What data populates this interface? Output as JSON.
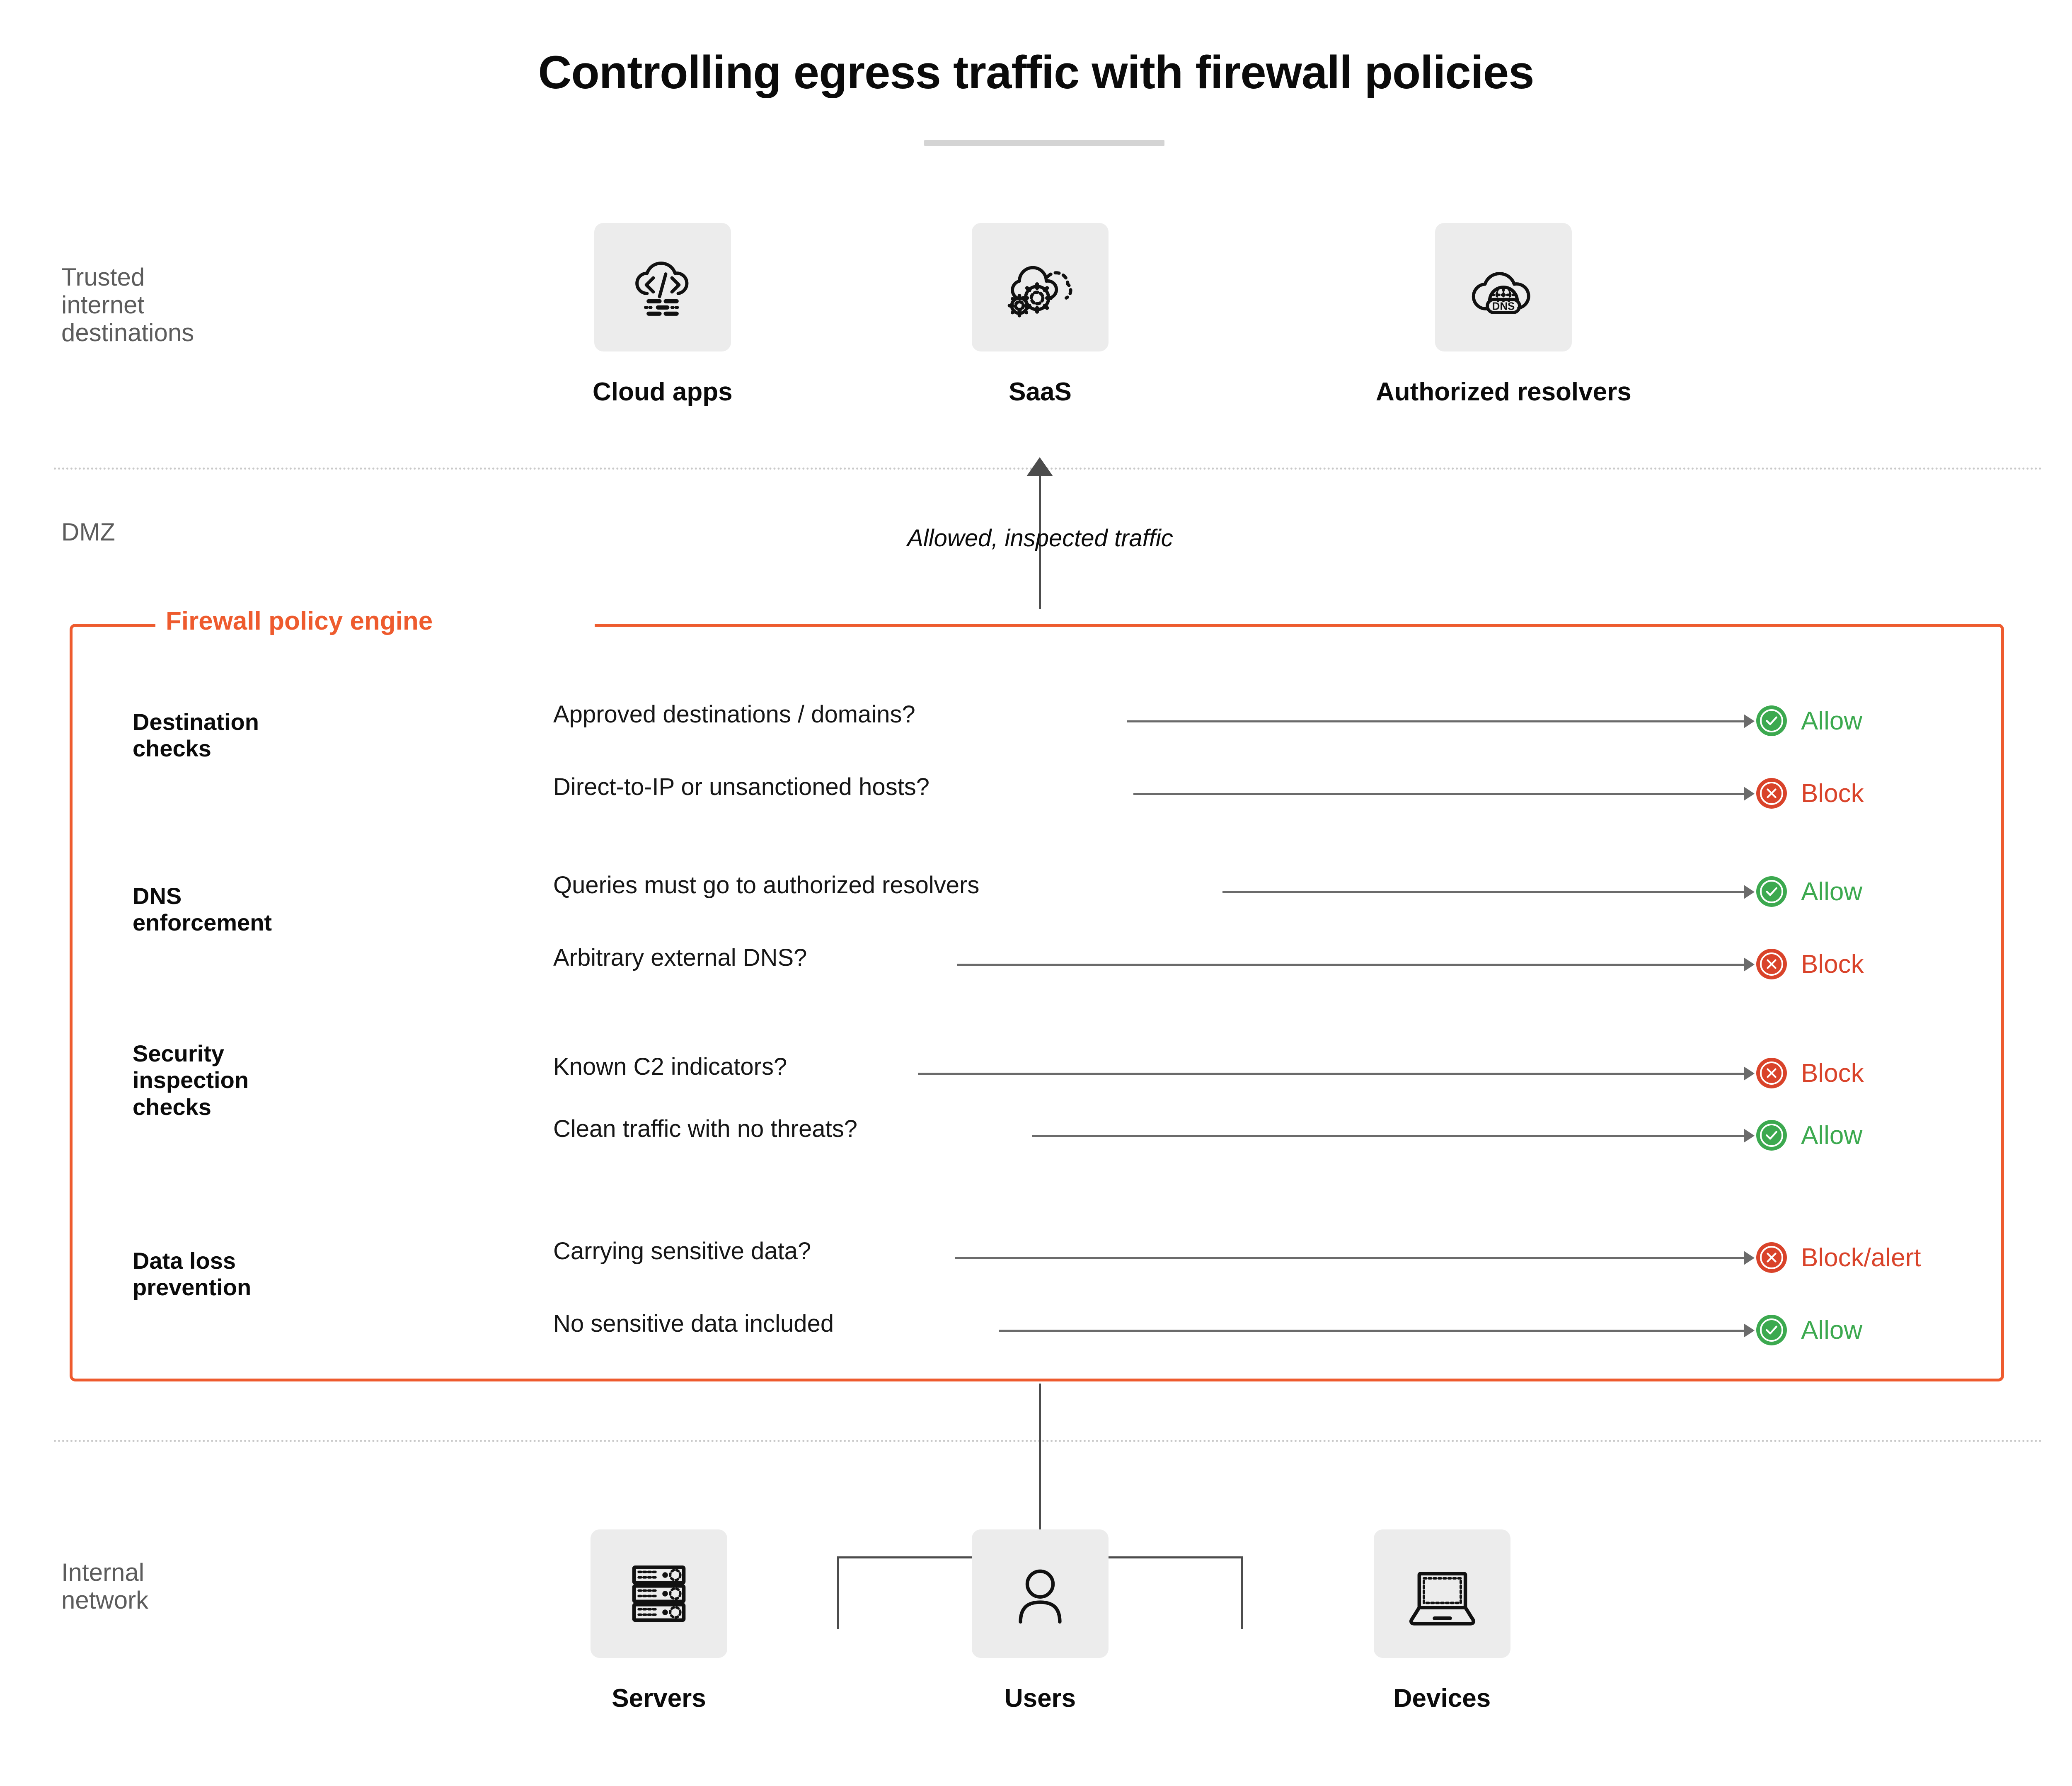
{
  "title": "Controlling egress traffic with firewall policies",
  "colors": {
    "accent_orange": "#ee5b2e",
    "allow_green": "#3ca94f",
    "block_red": "#d9432a",
    "zone_label_gray": "#5c5c5c",
    "tile_gray": "#ececec",
    "connector_gray": "#4c4c4c"
  },
  "zones": {
    "trusted": "Trusted\ninternet\ndestinations",
    "dmz": "DMZ",
    "internal": "Internal\nnetwork"
  },
  "trusted_nodes": [
    {
      "label": "Cloud apps",
      "icon": "cloud-code-icon"
    },
    {
      "label": "SaaS",
      "icon": "cloud-gears-icon"
    },
    {
      "label": "Authorized resolvers",
      "icon": "cloud-dns-icon"
    }
  ],
  "internal_nodes": [
    {
      "label": "Servers",
      "icon": "server-rack-icon"
    },
    {
      "label": "Users",
      "icon": "user-icon"
    },
    {
      "label": "Devices",
      "icon": "laptop-icon"
    }
  ],
  "flow": {
    "allowed_caption": "Allowed, inspected traffic"
  },
  "firewall": {
    "label": "Firewall policy engine",
    "groups": [
      {
        "title": "Destination\nchecks",
        "rules": [
          {
            "text": "Approved destinations / domains?",
            "verdict": "Allow",
            "verdict_type": "allow"
          },
          {
            "text": "Direct-to-IP or unsanctioned hosts?",
            "verdict": "Block",
            "verdict_type": "block"
          }
        ]
      },
      {
        "title": "DNS\nenforcement",
        "rules": [
          {
            "text": "Queries must go to authorized resolvers",
            "verdict": "Allow",
            "verdict_type": "allow"
          },
          {
            "text": "Arbitrary external DNS?",
            "verdict": "Block",
            "verdict_type": "block"
          }
        ]
      },
      {
        "title": "Security\ninspection\nchecks",
        "rules": [
          {
            "text": "Known C2 indicators?",
            "verdict": "Block",
            "verdict_type": "block"
          },
          {
            "text": "Clean traffic with no threats?",
            "verdict": "Allow",
            "verdict_type": "allow"
          }
        ]
      },
      {
        "title": "Data loss\nprevention",
        "rules": [
          {
            "text": "Carrying sensitive data?",
            "verdict": "Block/alert",
            "verdict_type": "block"
          },
          {
            "text": "No sensitive data included",
            "verdict": "Allow",
            "verdict_type": "allow"
          }
        ]
      }
    ]
  }
}
